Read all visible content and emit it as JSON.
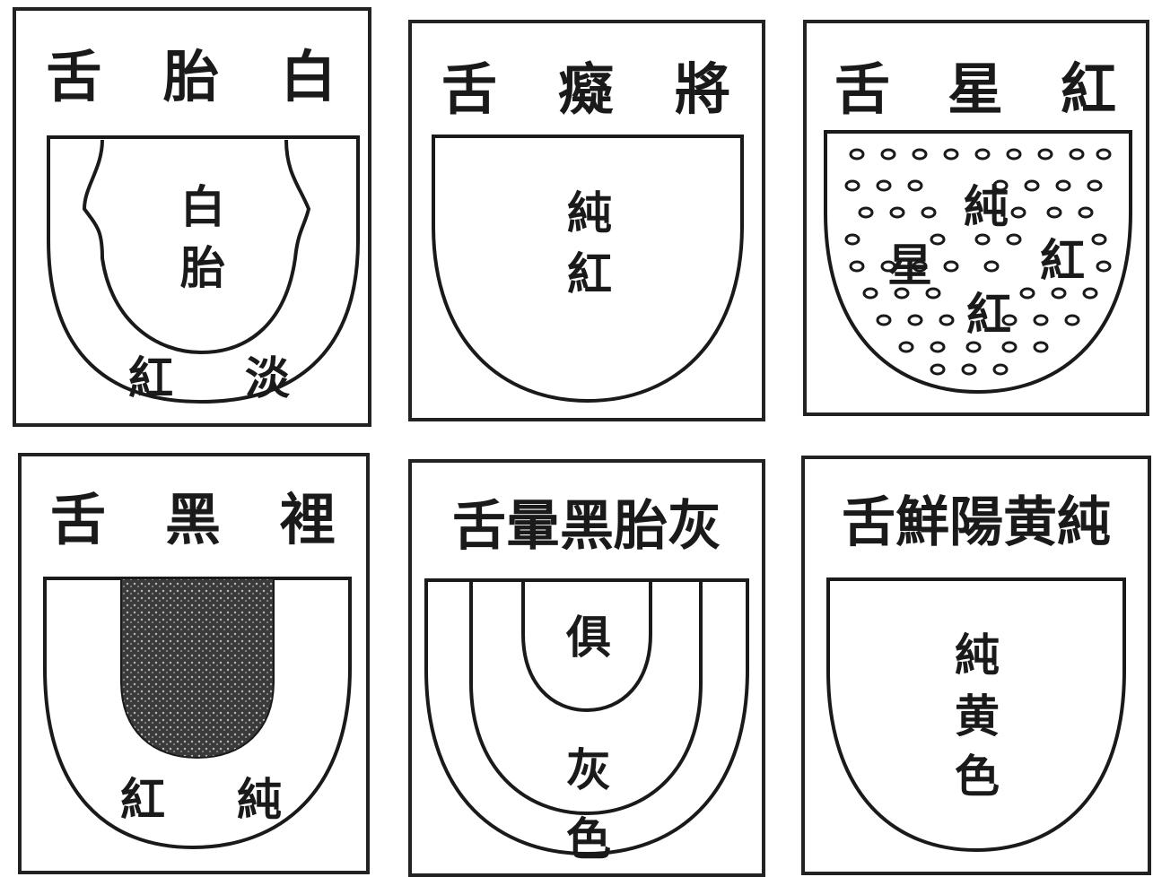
{
  "panels": [
    {
      "title": [
        "舌",
        "胎",
        "白"
      ],
      "labels": [
        "白",
        "胎",
        "紅",
        "淡"
      ]
    },
    {
      "title": [
        "舌",
        "癡",
        "將"
      ],
      "labels": [
        "純",
        "紅"
      ]
    },
    {
      "title": [
        "舌",
        "星",
        "紅"
      ],
      "labels": [
        "純",
        "紅",
        "星",
        "紅"
      ]
    },
    {
      "title": [
        "舌",
        "黑",
        "裡"
      ],
      "labels": [
        "紅",
        "純"
      ]
    },
    {
      "title": [
        "舌暈黑胎灰"
      ],
      "labels": [
        "俱",
        "灰",
        "色"
      ]
    },
    {
      "title": [
        "舌鮮陽黄純"
      ],
      "labels": [
        "純",
        "黄",
        "色"
      ]
    }
  ],
  "colors": {
    "ink": "#1a1a1a",
    "paper": "#ffffff"
  }
}
